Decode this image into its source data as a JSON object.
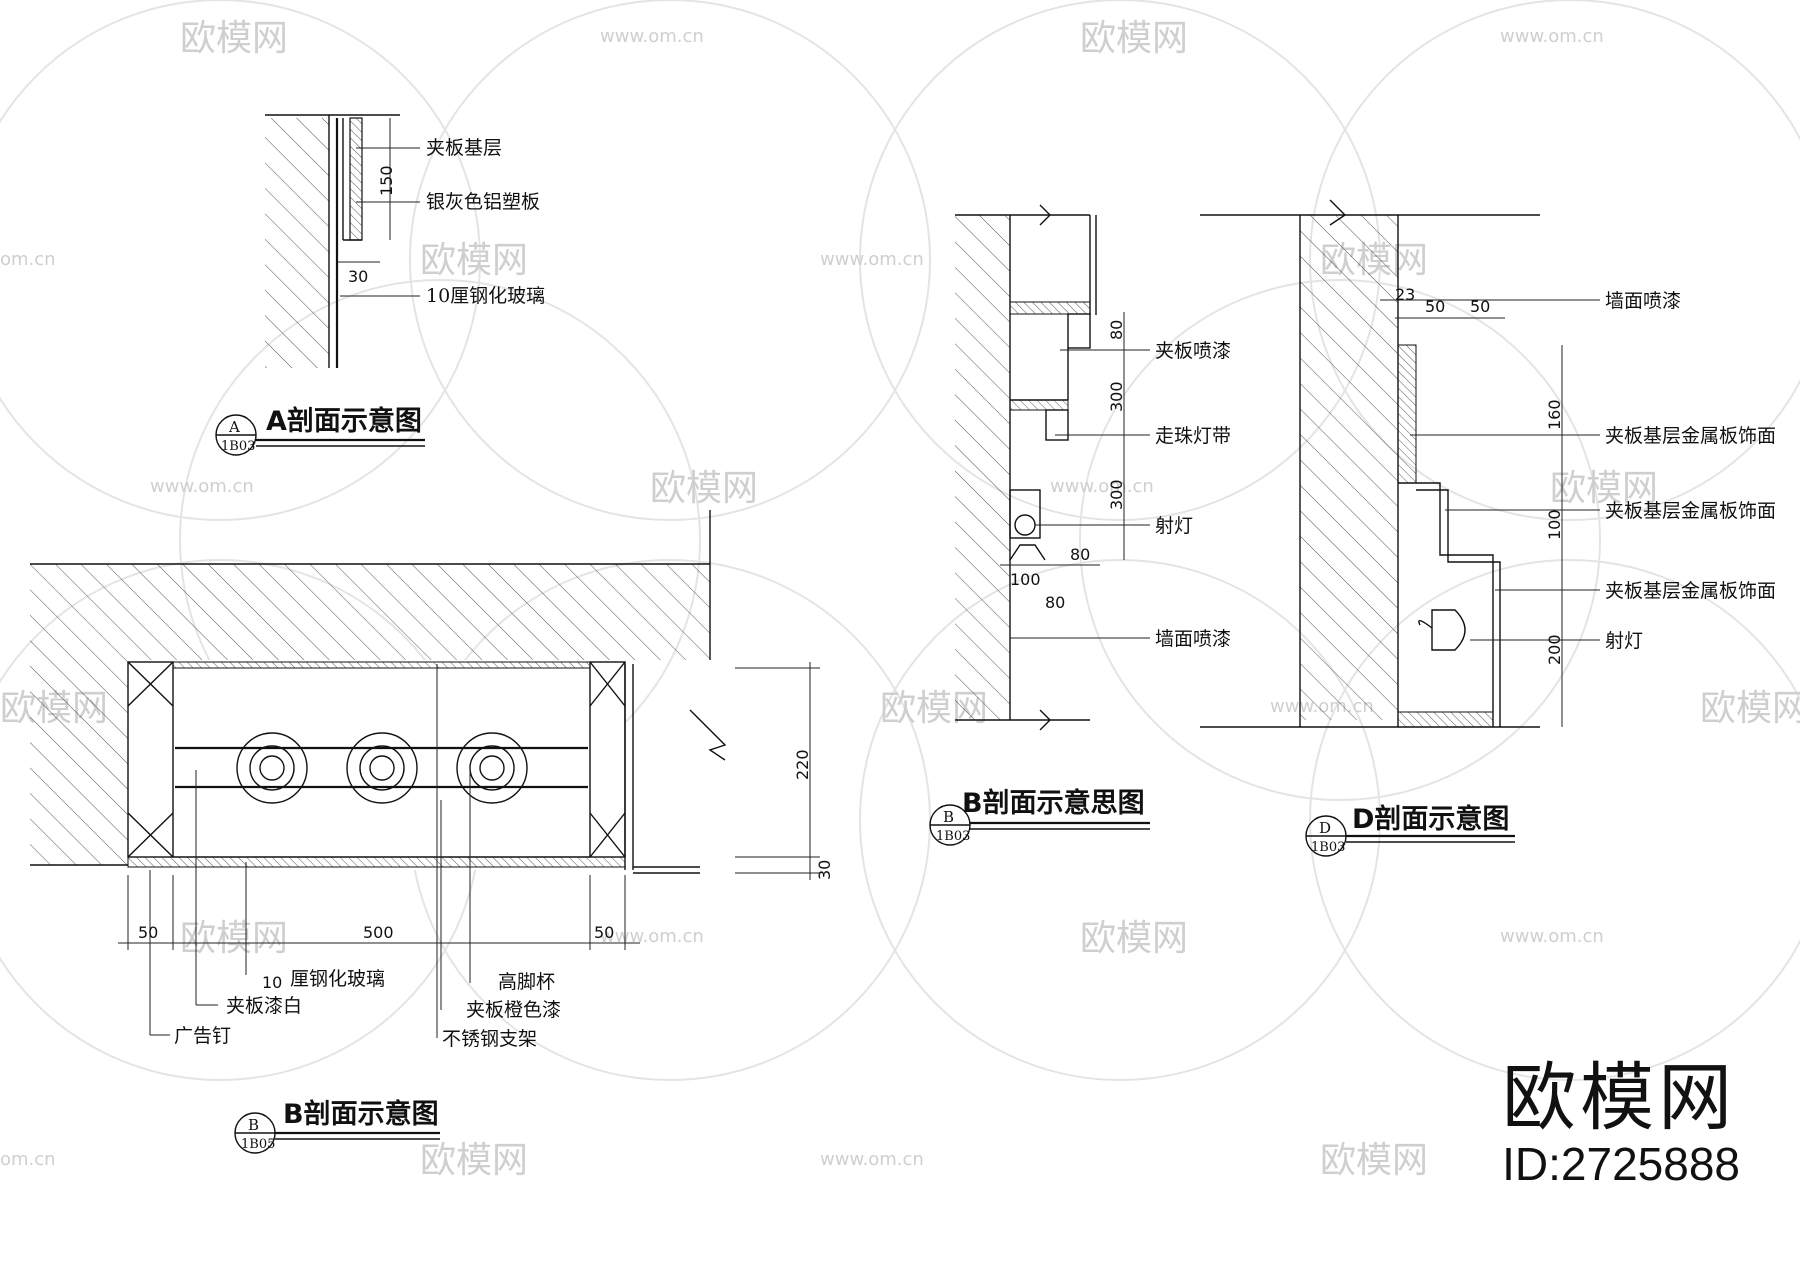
{
  "watermark": {
    "site": "www.om.cn",
    "site_short": "om.cn",
    "name": "欧模网"
  },
  "brand": {
    "name": "欧模网",
    "id": "ID:2725888"
  },
  "sectionA": {
    "title": "A剖面示意图",
    "tag_letter": "A",
    "tag_sheet": "1B03",
    "labels": [
      "夹板基层",
      "银灰色铝塑板",
      "10厘钢化玻璃"
    ],
    "dims": [
      "150",
      "30"
    ]
  },
  "sectionB_lower": {
    "title": "B剖面示意图",
    "tag_letter": "B",
    "tag_sheet": "1B05",
    "labels": [
      "10",
      "厘钢化玻璃",
      "夹板漆白",
      "广告钉",
      "高脚杯",
      "夹板橙色漆",
      "不锈钢支架"
    ],
    "dims": [
      "50",
      "500",
      "50",
      "220",
      "30"
    ]
  },
  "sectionB_upper": {
    "title": "B剖面示意思图",
    "tag_letter": "B",
    "tag_sheet": "1B03",
    "labels": [
      "夹板喷漆",
      "走珠灯带",
      "射灯",
      "墙面喷漆"
    ],
    "dims": [
      "80",
      "300",
      "300",
      "80",
      "100",
      "80"
    ]
  },
  "sectionD": {
    "title": "D剖面示意图",
    "tag_letter": "D",
    "tag_sheet": "1B03",
    "labels": [
      "墙面喷漆",
      "夹板基层金属板饰面",
      "夹板基层金属板饰面",
      "夹板基层金属板饰面",
      "射灯"
    ],
    "dims": [
      "23",
      "50",
      "50",
      "160",
      "100",
      "200"
    ]
  }
}
